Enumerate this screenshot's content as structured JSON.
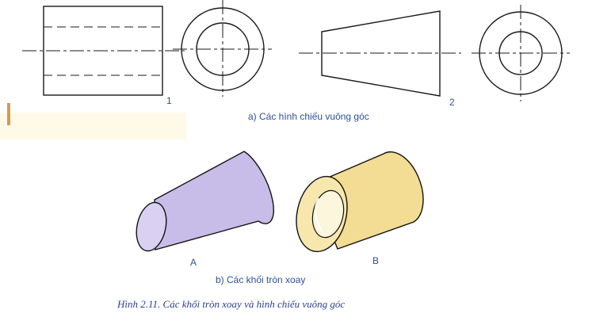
{
  "section_a": {
    "caption": "a) Các hình chiếu vuông góc",
    "label_1": "1",
    "label_2": "2"
  },
  "section_b": {
    "caption": "b) Các khối tròn xoay",
    "label_a": "A",
    "label_b": "B"
  },
  "figure_caption": "Hình 2.11. Các khối tròn xoay và hình chiếu vuông góc",
  "colors": {
    "line": "#1a1a1a",
    "label_blue": "#2f4f9a",
    "cone_fill": "#c8bce8",
    "cone_face": "#d9d0f2",
    "cylinder_fill": "#f3dc93",
    "cylinder_face": "#f7e7ad",
    "cylinder_inner": "#fbf6dc",
    "caption_color": "#2b3f8f"
  }
}
